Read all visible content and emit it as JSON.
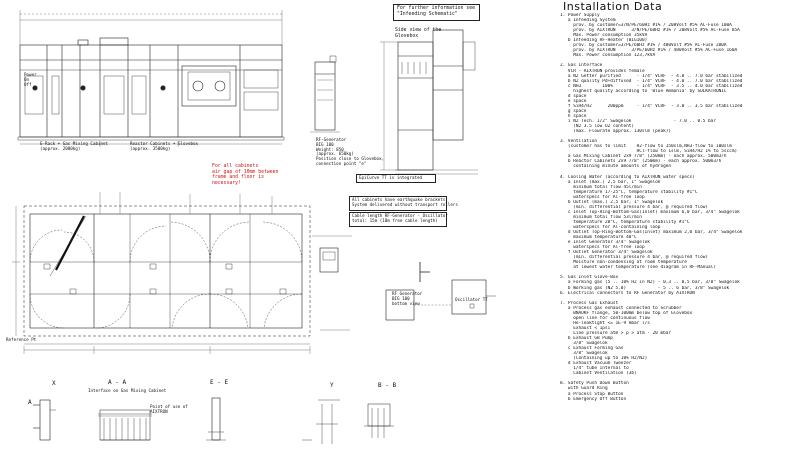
{
  "header": {
    "title": "Installation Data",
    "info_box": "For further information see\n\"Infeeding Schematic\""
  },
  "spec_lines": [
    "1. Power Supply",
    "   a Infeeding System",
    "     prov. by customer=3/N/PE/60Hz #1% / 208Volt #5% AC-Fuse 100A",
    "     prov. by AIXTRON      3/N/PE/60Hz #1% / 208Volt #5% AC-Fuse 85A",
    "     Max. Power consumption 35kVA",
    "   b Infeeding RF-Heater (BIG100)",
    "     prov. by customer=3/PE/60Hz #1% / 480Volt #5% AC-Fuse 200A",
    "     prov. by AIXTRON      3/PE/60Hz #1% / 480Volt #5% AC-Fuse 160A",
    "     Max. Power consumption 123,7kVA",
    "",
    "2. Gas Interface",
    "   VCR - AIXTRON provides female",
    "   a N2 Getter purified      - 1/4\" VCRF  - 4.0 .. 7.0 bar stabilized",
    "   b N2 quality Pd+diffused  - 1/4\" VCRF  - 4.0 .. 7.0 bar stabilized",
    "   c NH3        100%         - 1/4\" VCRF  - 3.5 .. 4.0 bar stabilized",
    "     highest quality according to 'Blue Ammonia' by SOLKATRONIC",
    "   d space",
    "   e space",
    "   f SiH4/H2      200ppm     - 1/4\" VCRF  - 3.0 .. 3.5 bar stabilized",
    "   g space",
    "   h space",
    "   i N2 Tech. 1/2\" Swagelok                - 7.0 .. 8.5 bar",
    "     (N2 3.5 low O2 content)",
    "     (max. Flowrate approx. 130slm (peak))",
    "",
    "3. Ventilation",
    "   (customer has to limit    H2-flow to 150slm,NH3-flow to 100slm",
    "                             HCl-flow to 1slm, SiH4/H2 1% to 5sccm)",
    "   a Gas Mixing Cabinet 2x9 7/8\" (250mm) - each approx. 500m3/h",
    "   b Reactor Cabinets 2x9 7/8\" (250mm) - each approx. 500m3/h",
    "     containing minute amounts of hydrogen",
    "",
    "4. Cooling Water (according to AIXTRON water specs)",
    "   a Inlet (max.) 2,5 bar, 1\" Swagelok",
    "     minimum total flow 45l/min",
    "     temperature 17-25°C, temperature stability #1°C",
    "     waterspecs for Al-free loop",
    "   b Outlet (max.) 2,5 bar, 1\" Swagelok",
    "     (min. differential pressure 4 bar, @ required flow)",
    "   c Inlet Top-Ring-Bottom-Gas(Inlet) maximum 6,0 bar, 3/4\" Swagelok",
    "     minimum total flow 53l/min",
    "     temperature 20°C, temperature stability #1°C",
    "     waterspecs for Al-containing loop",
    "   d Outlet Top-Ring-Bottom-Gas(Inlet) maximum 2,0 bar, 3/4\" Swagelok",
    "     maximum temperature 40°C",
    "   e Inlet Generator 3/4\" Swagelok",
    "     waterspecs for Al-free loop",
    "   f Outlet Generator 3/4\" Swagelok",
    "     (min. differential pressure 4 bar, @ required flow)",
    "     Moisture non-condensing at room temperature",
    "     at lowest water temperature (see diagram in RF-Manual)",
    "",
    "5. Gas Inlet Glove-Box",
    "   a Forming gas (5 .. 10% H2 in N2) - 0,3 .. 0,5 bar, 3/8\" Swagelok",
    "   b Working gas (N2 5.0)            - 5 .. 6 bar, 3/8\" Swagelok",
    "6. Electrical connectors to RF Generator by AIXTRON",
    "",
    "7. Process Gas Exhaust",
    "   a Process gas exhaust connected to Scrubber",
    "     BNAOKF flange, 50-100mm below top of Glovebox",
    "     open line for continuous flow",
    "     He-leaktight <= 1E-9 mbar l/s",
    "     Exhaust < 1psi",
    "     Line pressure atm > p > atm - 20 mbar",
    "   b Exhaust GB Pump",
    "     3/8\" Swagelok",
    "   c Exhaust Forming Gas",
    "     3/8\" Swagelok",
    "     (Containing up to 10% H2/N2)",
    "   d Exhaust Vacuum Tweezer",
    "     1/4\" tube internal to",
    "     Cabinet Ventilation (3b)",
    "",
    "8. Safety Push Down Button",
    "   with Guard Ring",
    "   a Process Stop Button",
    "   b Emergency Off Button"
  ],
  "labels": {
    "power_on_off": "Power\nOn\nOff",
    "gas_mixing": "E-Rack + Gas Mixing Cabinet\n(approx. 2000kg)",
    "reactor": "Reactor Cabinets + Glovebox\n(approx. 3500kg)",
    "side_view_title": "Side view of the\nGlovebox",
    "rf_generator": "RF-Generator\nBIG 100\nWeight: 850\n(approx. 650kg)\nPosition close to Glovebox,\nconnection point \"e\"",
    "note_cabinets": "For all cabinets\nair gap of 10mm between\nframe and floor is\nnecessary!",
    "epicurve": "EpiCurve TT is integrated",
    "earthquake": "All cabinets have earthquake brackets\nSystem delivered without transport rollers",
    "cable_length": "Cable length RF-Generator - Oscillator\ntotal: 15m (10m free cable length)",
    "reference_pt": "Reference Pt",
    "view_aa": "A - A",
    "view_aa_sub": "Interface on Gas Mixing Cabinet",
    "view_ee": "E - E",
    "view_bb": "B - B",
    "point_of_use": "Point of use of\nAIXTRON",
    "marker_x": "X",
    "marker_y": "Y",
    "marker_a": "A",
    "rf_small_box": "RF Generator\nBIG 100\nbottom view",
    "box_oscillator": "Oscillator TT"
  }
}
